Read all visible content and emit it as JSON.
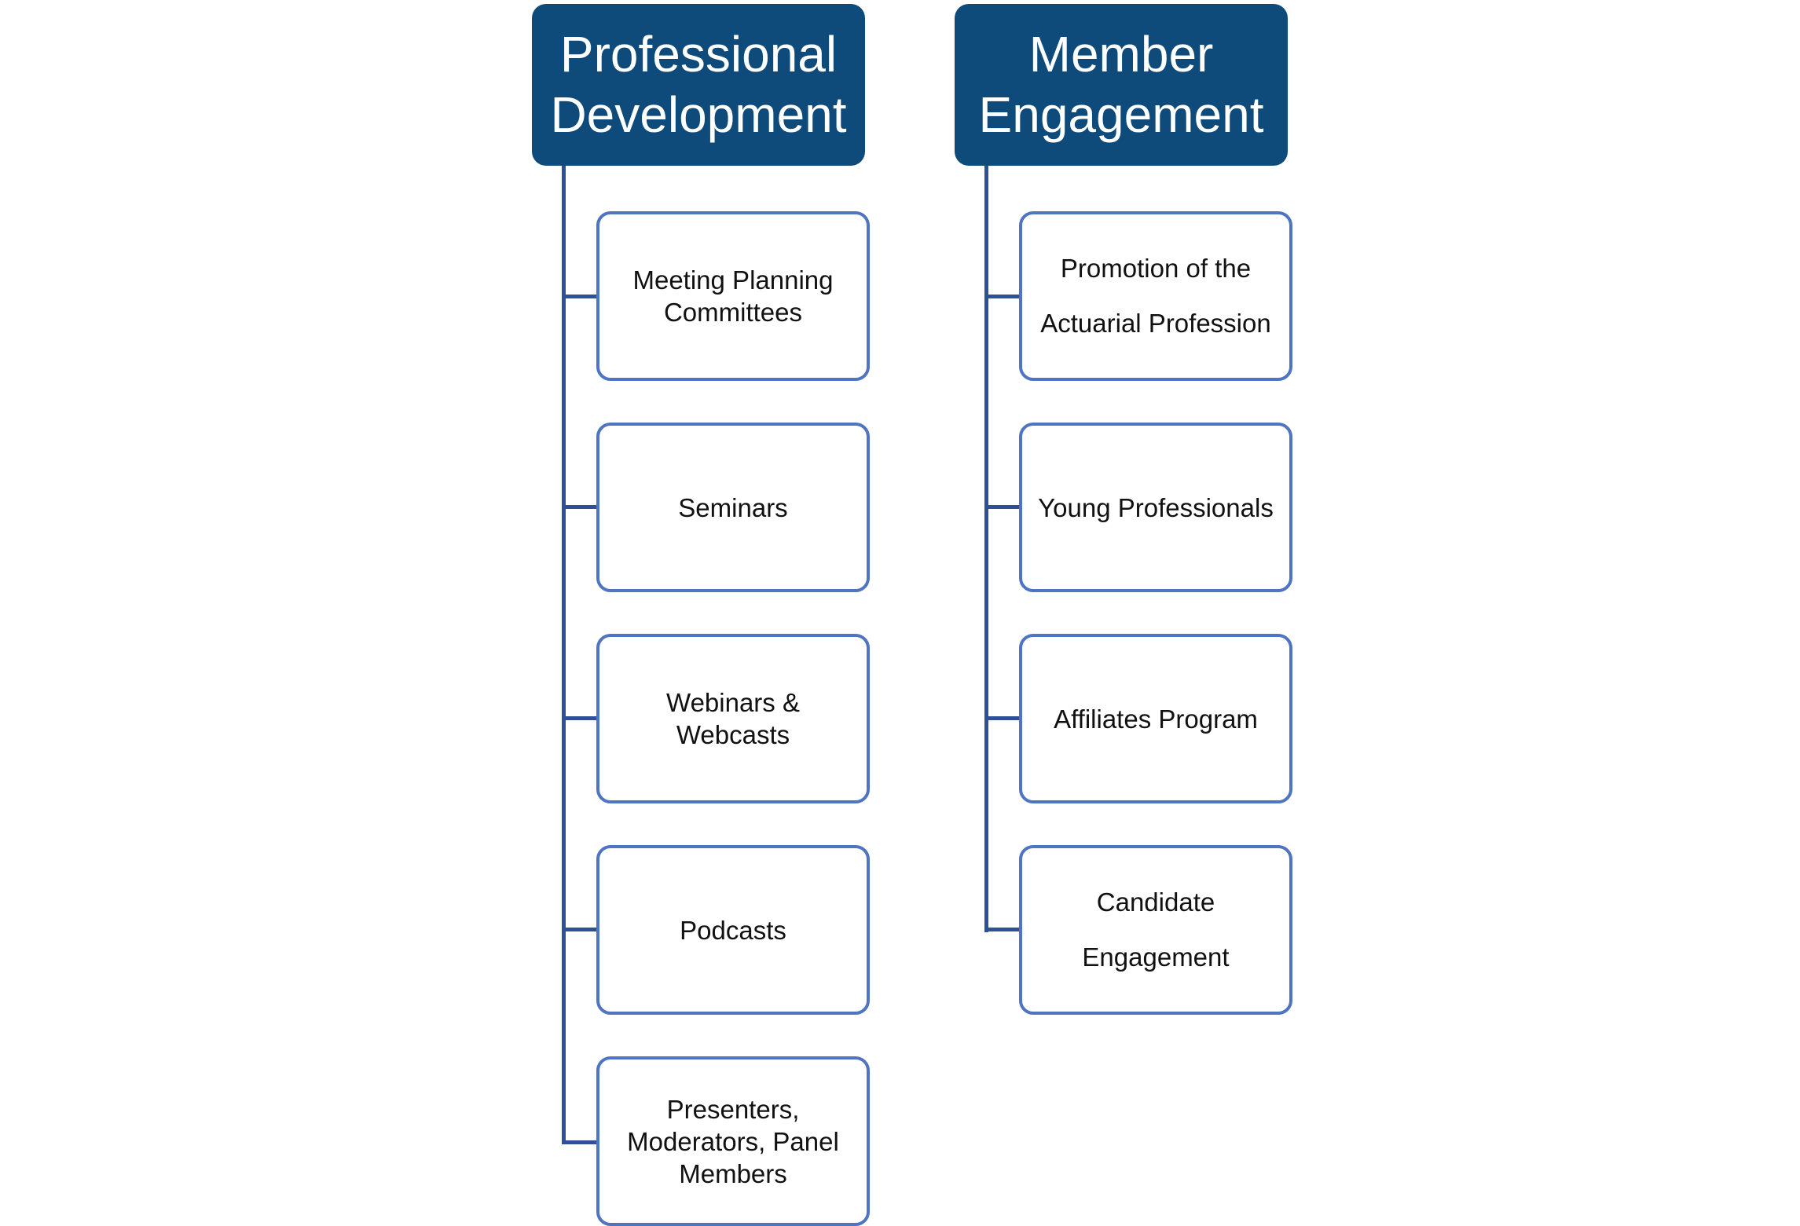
{
  "columns": [
    {
      "title": "Professional Development",
      "items": [
        "Meeting Planning Committees",
        "Seminars",
        "Webinars & Webcasts",
        "Podcasts",
        "Presenters, Moderators, Panel Members"
      ]
    },
    {
      "title": "Member Engagement",
      "items": [
        "Promotion of the Actuarial Profession",
        "Young Professionals",
        "Affiliates Program",
        "Candidate Engagement"
      ]
    }
  ],
  "colors": {
    "header_fill": "#0e4a7a",
    "header_text": "#ffffff",
    "connector": "#2f4f98",
    "box_border": "#4f74c2"
  }
}
